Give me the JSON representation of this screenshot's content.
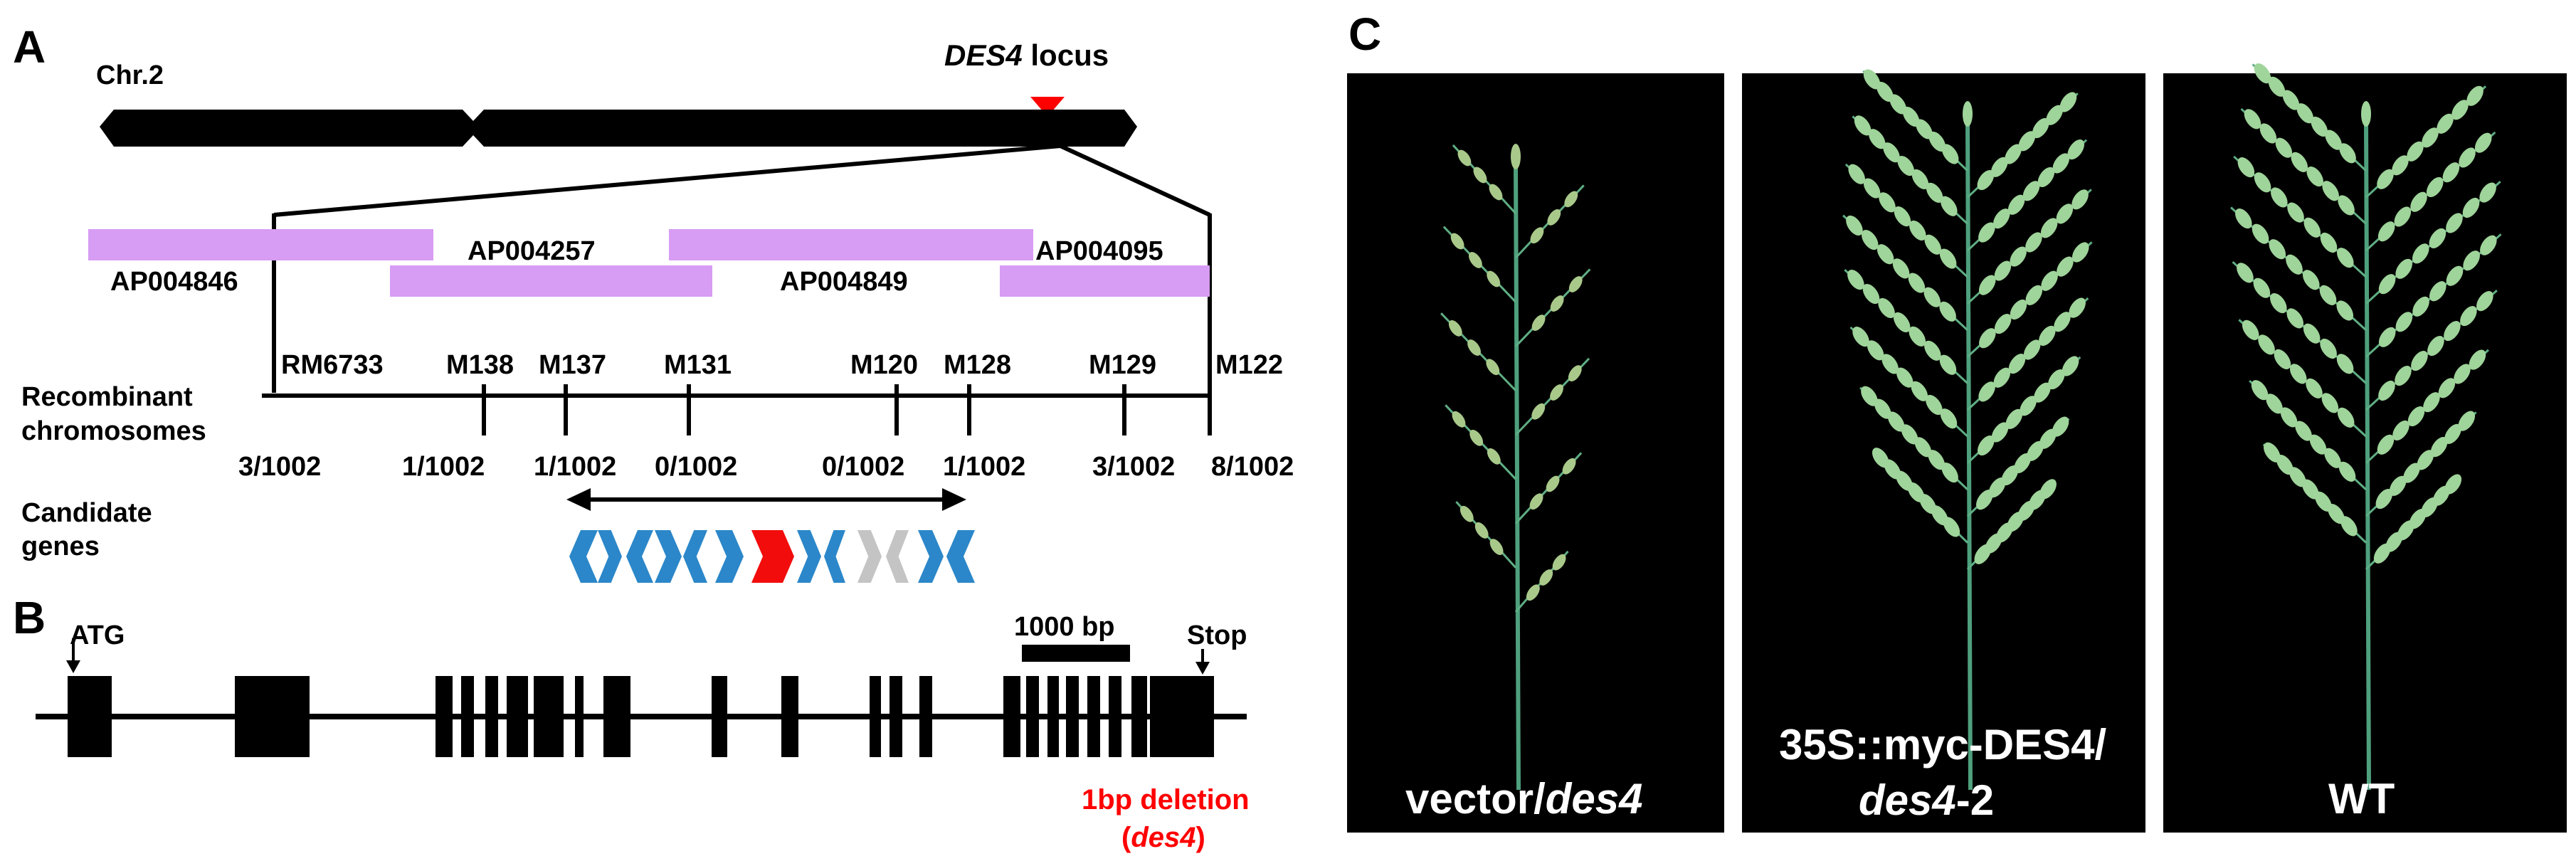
{
  "panels": {
    "a": "A",
    "b": "B",
    "c": "C"
  },
  "panel_a": {
    "chromosome_label": "Chr.2",
    "locus_gene": "DES4",
    "locus_suffix": " locus",
    "bacs": [
      "AP004846",
      "AP004257",
      "AP004849",
      "AP004095"
    ],
    "markers": [
      "RM6733",
      "M138",
      "M137",
      "M131",
      "M120",
      "M128",
      "M129",
      "M122"
    ],
    "recombinants": [
      "3/1002",
      "1/1002",
      "1/1002",
      "0/1002",
      "0/1002",
      "1/1002",
      "3/1002",
      "8/1002"
    ],
    "recombinant_label_1": "Recombinant",
    "recombinant_label_2": "chromosomes",
    "candidate_label_1": "Candidate",
    "candidate_label_2": "genes"
  },
  "panel_b": {
    "start_label": "ATG",
    "stop_label": "Stop",
    "scale_label": "1000 bp",
    "deletion_label": "1bp deletion",
    "allele_open": "(",
    "allele": "des4",
    "allele_close": ")"
  },
  "panel_c": {
    "label_1_prefix": "vector/",
    "label_1_italic": "des4",
    "label_2_line1": "35S::myc-DES4/",
    "label_2_italic": "des4",
    "label_2_suffix": "-2",
    "label_3": "WT"
  },
  "colors": {
    "bac": "#d79cf3",
    "gene_blue": "#2b87c9",
    "gene_red": "#f20c0c",
    "gene_gray": "#c4c4c4",
    "deletion_text": "#ff0000"
  }
}
